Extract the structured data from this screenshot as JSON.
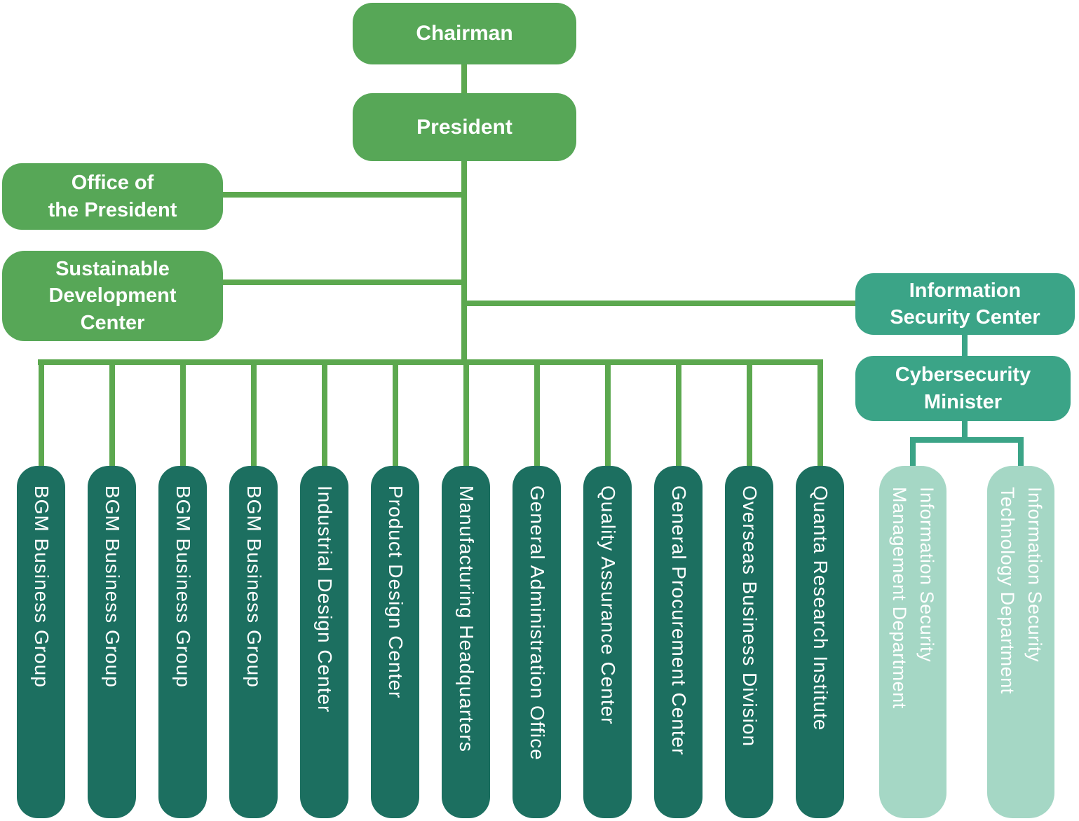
{
  "palette": {
    "executive_green": "#57A757",
    "green_connector": "#5CA84F",
    "security_teal": "#3BA487",
    "security_teal_light": "#A5D7C5",
    "department_dark_teal": "#1C6F60",
    "label_text": "#FFFFFF"
  },
  "nodes": {
    "chairman": "Chairman",
    "president": "President",
    "office_of_the_president": "Office of\nthe President",
    "sustainable_development_center": "Sustainable\nDevelopment\nCenter",
    "information_security_center": "Information\nSecurity Center",
    "cybersecurity_minister": "Cybersecurity\nMinister"
  },
  "departments": [
    {
      "label": "BGM Business Group"
    },
    {
      "label": "BGM Business Group"
    },
    {
      "label": "BGM Business Group"
    },
    {
      "label": "BGM Business Group"
    },
    {
      "label": "Industrial Design Center"
    },
    {
      "label": "Product Design Center"
    },
    {
      "label": "Manufacturing Headquarters"
    },
    {
      "label": "General Administration Office"
    },
    {
      "label": "Quality Assurance Center"
    },
    {
      "label": "General Procurement Center"
    },
    {
      "label": "Overseas Business Division"
    },
    {
      "label": "Quanta Research Institute"
    }
  ],
  "security_departments": [
    {
      "label": "Information Security\nManagement Department"
    },
    {
      "label": "Information Security\nTechnology Department"
    }
  ]
}
